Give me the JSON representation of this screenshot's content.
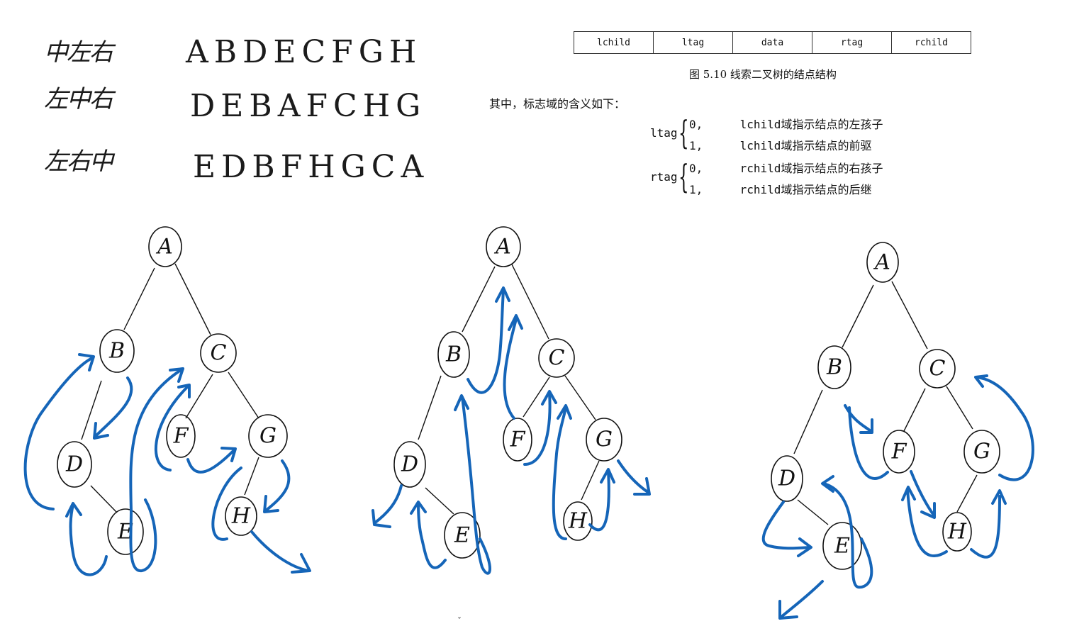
{
  "notes": {
    "rows": [
      {
        "label": "中左右",
        "sequence": "ABDECFGH"
      },
      {
        "label": "左中右",
        "sequence": "DEBAFCHG"
      },
      {
        "label": "左右中",
        "sequence": "EDBFHGCA"
      }
    ]
  },
  "struct": {
    "fields": [
      "lchild",
      "ltag",
      "data",
      "rtag",
      "rchild"
    ],
    "caption": "图 5.10   线索二叉树的结点结构",
    "intro": "其中，标志域的含义如下：",
    "ltag": {
      "name": "ltag",
      "rows": [
        {
          "value": "0,",
          "desc": "lchild域指示结点的左孩子"
        },
        {
          "value": "1,",
          "desc": "lchild域指示结点的前驱"
        }
      ]
    },
    "rtag": {
      "name": "rtag",
      "rows": [
        {
          "value": "0,",
          "desc": "rchild域指示结点的右孩子"
        },
        {
          "value": "1,",
          "desc": "rchild域指示结点的后继"
        }
      ]
    }
  },
  "trees": {
    "nodes": [
      "A",
      "B",
      "C",
      "D",
      "E",
      "F",
      "G",
      "H"
    ],
    "thread_color": "#1565b8"
  }
}
